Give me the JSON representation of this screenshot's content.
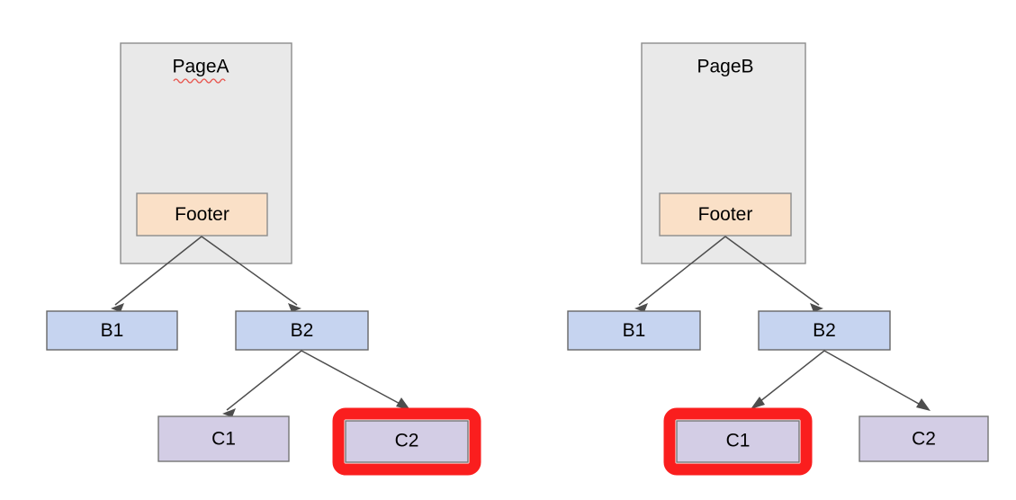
{
  "diagram": {
    "type": "tree-diagram",
    "title": "",
    "palette": {
      "page_container_fill": "#E9E9E9",
      "page_container_stroke": "#8C8C8C",
      "footer_fill": "#FAE0C7",
      "b_node_fill": "#C6D4F0",
      "c_node_fill": "#D3CDE5",
      "node_stroke": "#666666",
      "edge_color": "#4D4D4D",
      "highlight_color": "#FA1E1E",
      "spellcheck_underline_color": "#E8554E",
      "background": "#FFFFFF"
    },
    "panels": [
      {
        "id": "left",
        "page_title": "PageA",
        "page_title_misspelled": true,
        "footer_label": "Footer",
        "level_b": [
          {
            "id": "b1",
            "label": "B1",
            "highlighted": false
          },
          {
            "id": "b2",
            "label": "B2",
            "highlighted": false
          }
        ],
        "level_c": [
          {
            "id": "c1",
            "label": "C1",
            "highlighted": false
          },
          {
            "id": "c2",
            "label": "C2",
            "highlighted": true
          }
        ],
        "edges": [
          {
            "from": "Footer",
            "to": "B1"
          },
          {
            "from": "Footer",
            "to": "B2"
          },
          {
            "from": "B2",
            "to": "C1"
          },
          {
            "from": "B2",
            "to": "C2"
          }
        ]
      },
      {
        "id": "right",
        "page_title": "PageB",
        "page_title_misspelled": false,
        "footer_label": "Footer",
        "level_b": [
          {
            "id": "b1",
            "label": "B1",
            "highlighted": false
          },
          {
            "id": "b2",
            "label": "B2",
            "highlighted": false
          }
        ],
        "level_c": [
          {
            "id": "c1",
            "label": "C1",
            "highlighted": true
          },
          {
            "id": "c2",
            "label": "C2",
            "highlighted": false
          }
        ],
        "edges": [
          {
            "from": "Footer",
            "to": "B1"
          },
          {
            "from": "Footer",
            "to": "B2"
          },
          {
            "from": "B2",
            "to": "C1"
          },
          {
            "from": "B2",
            "to": "C2"
          }
        ]
      }
    ]
  }
}
